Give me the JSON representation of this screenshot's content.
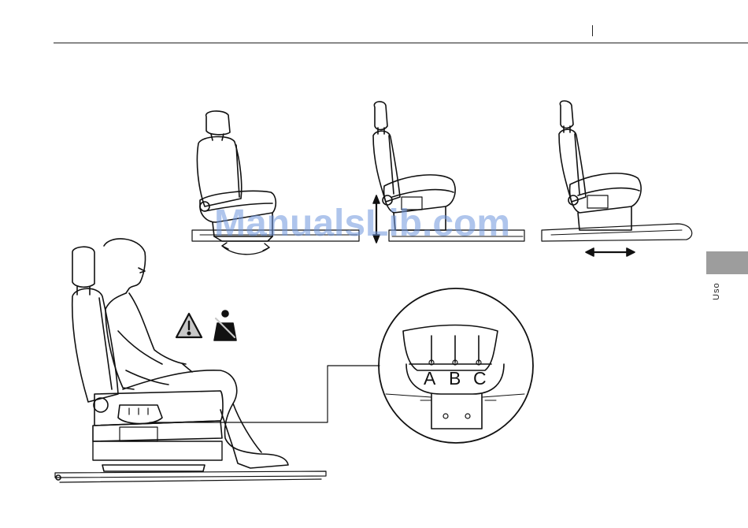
{
  "page": {
    "side_tab_label": "Uso",
    "watermark": "ManualsLib.com"
  },
  "detail": {
    "labels": [
      "A",
      "B",
      "C"
    ]
  },
  "icons": {
    "warning": "warning-triangle-icon",
    "seatbelt": "seatbelt-icon"
  },
  "colors": {
    "side_tab": "#9d9d9d",
    "warning_box": "#c8c8c8",
    "watermark": "#6e96dc"
  }
}
